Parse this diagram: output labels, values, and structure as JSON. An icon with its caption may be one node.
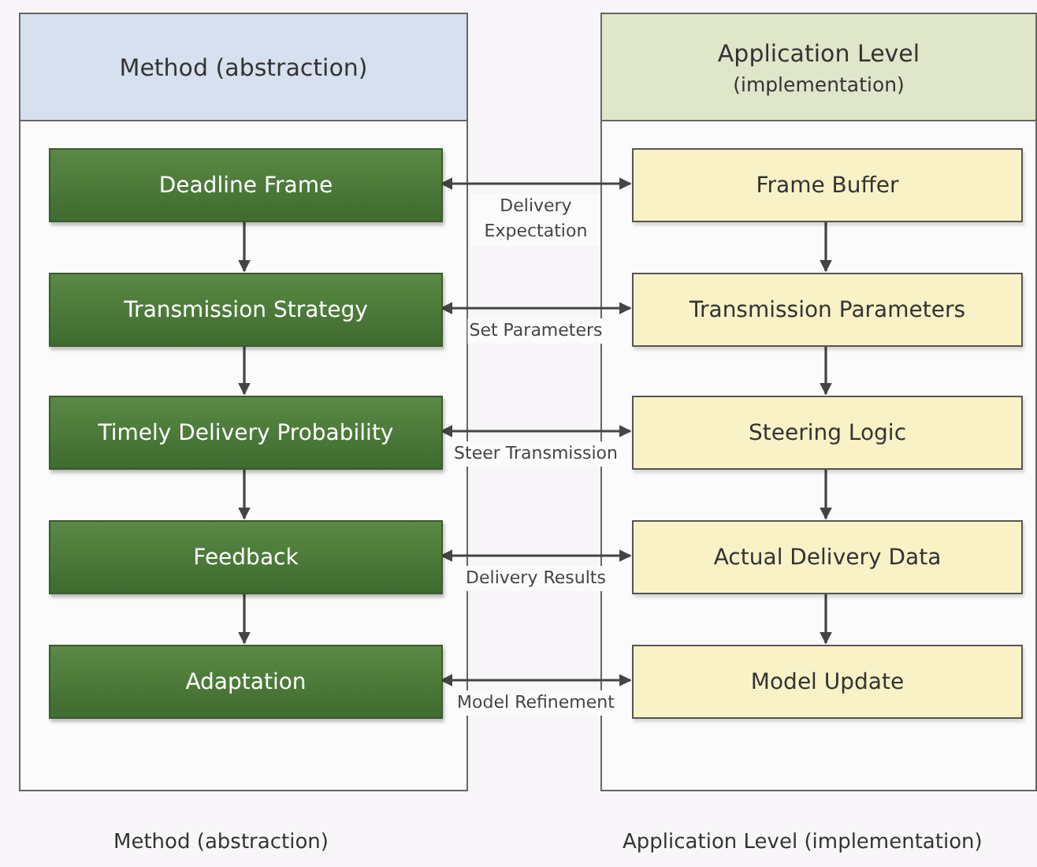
{
  "diagram": {
    "nodes": [
      {
        "text": [
          "Method (abstraction)"
        ]
      },
      {
        "text": [
          "Deadline Frame"
        ],
        "in": 0
      },
      {
        "text": [
          "Transmission Strategy"
        ],
        "in": 0
      },
      {
        "text": [
          "Timely Delivery Probability"
        ],
        "in": 0
      },
      {
        "text": [
          "Feedback"
        ],
        "in": 0
      },
      {
        "text": [
          "Adaptation"
        ],
        "in": 0
      },
      {
        "text": [
          "Application Level",
          "(implementation)"
        ]
      },
      {
        "text": [
          "Frame Buffer"
        ],
        "in": 6
      },
      {
        "text": [
          "Transmission Parameters"
        ],
        "in": 6
      },
      {
        "text": [
          "Steering Logic"
        ],
        "in": 6
      },
      {
        "text": [
          "Actual Delivery Data"
        ],
        "in": 6
      },
      {
        "text": [
          "Model Update"
        ],
        "in": 6
      }
    ],
    "edges": [
      {
        "from": 1,
        "to": 2,
        "arrow": "to"
      },
      {
        "from": 2,
        "to": 3,
        "arrow": "to"
      },
      {
        "from": 3,
        "to": 4,
        "arrow": "to"
      },
      {
        "from": 4,
        "to": 5,
        "arrow": "to"
      },
      {
        "from": 7,
        "to": 8,
        "arrow": "to"
      },
      {
        "from": 8,
        "to": 9,
        "arrow": "to"
      },
      {
        "from": 9,
        "to": 10,
        "arrow": "to"
      },
      {
        "from": 10,
        "to": 11,
        "arrow": "to"
      },
      {
        "from": 1,
        "to": 7,
        "arrow": "both",
        "label": "Delivery Expectation"
      },
      {
        "from": 2,
        "to": 8,
        "arrow": "both",
        "label": "Set Parameters"
      },
      {
        "from": 3,
        "to": 9,
        "arrow": "both",
        "label": "Steer Transmission"
      },
      {
        "from": 4,
        "to": 10,
        "arrow": "both",
        "label": "Delivery Results"
      },
      {
        "from": 5,
        "to": 11,
        "arrow": "both",
        "label": "Model Refinement"
      }
    ],
    "labels": [
      "Method (abstraction)",
      "Application Level (implementation)"
    ]
  }
}
